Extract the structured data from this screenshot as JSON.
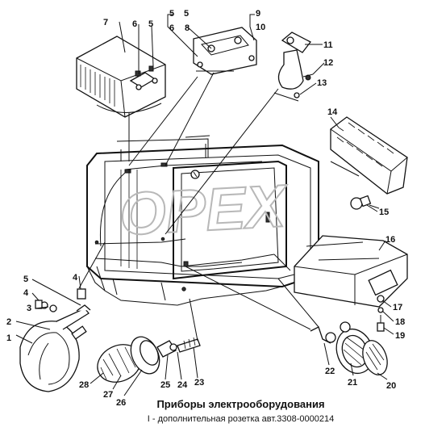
{
  "caption": {
    "title": "Приборы электрооборудования",
    "note": "I - дополнительная розетка авт.3308-0000214"
  },
  "watermark": "OPEX",
  "callouts": [
    "1",
    "2",
    "3",
    "4",
    "5",
    "6",
    "7",
    "8",
    "9",
    "10",
    "11",
    "12",
    "13",
    "14",
    "15",
    "16",
    "17",
    "18",
    "19",
    "20",
    "21",
    "22",
    "23",
    "24",
    "25",
    "26",
    "27",
    "28"
  ]
}
